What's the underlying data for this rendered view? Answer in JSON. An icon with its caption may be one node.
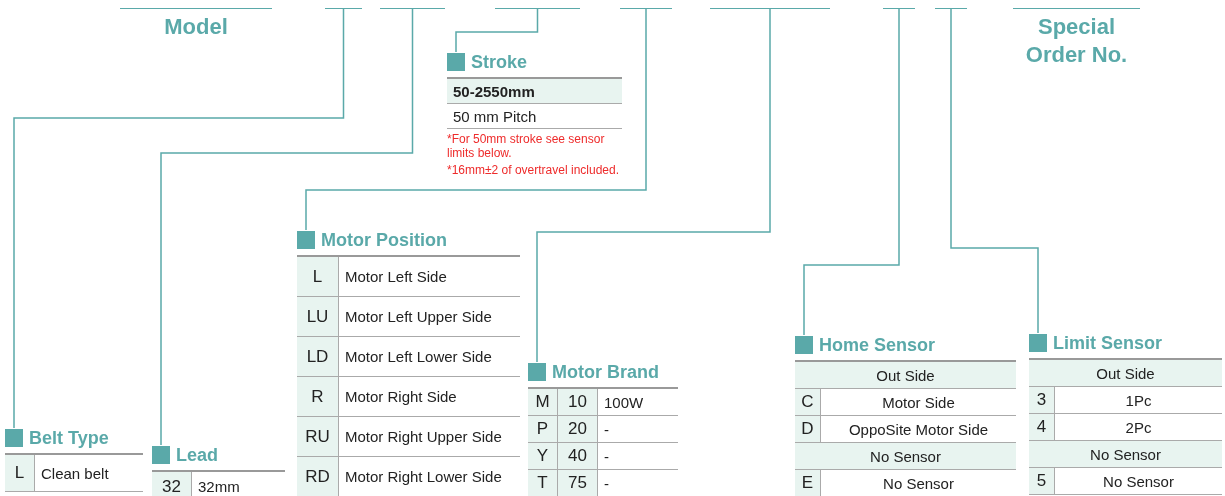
{
  "diagram": {
    "nodes": [
      {
        "text": [
          "Model"
        ]
      },
      {
        "text": [],
        "shape": "bar"
      },
      {
        "text": [],
        "shape": "bar"
      },
      {
        "text": [],
        "shape": "bar"
      },
      {
        "text": [],
        "shape": "bar"
      },
      {
        "text": [],
        "shape": "bar"
      },
      {
        "text": [],
        "shape": "bar"
      },
      {
        "text": [],
        "shape": "bar"
      },
      {
        "text": [
          "Special Order No."
        ]
      },
      {
        "text": [
          "Belt Type",
          "L",
          "Clean belt"
        ]
      },
      {
        "text": [
          "Lead",
          "32",
          "32mm"
        ]
      },
      {
        "text": [
          "Stroke",
          "50-2550mm",
          "50 mm Pitch"
        ],
        "beside": [
          "*For 50mm stroke see sensor limits below.",
          "*16mm±2 of overtravel included."
        ]
      },
      {
        "text": [
          "Motor Position",
          "L",
          "Motor Left Side",
          "LU",
          "Motor Left Upper Side",
          "LD",
          "Motor Left Lower Side",
          "R",
          "Motor Right Side",
          "RU",
          "Motor Right Upper Side",
          "RD",
          "Motor Right Lower Side"
        ]
      },
      {
        "text": [
          "Motor Brand",
          "M",
          "10",
          "100W",
          "P",
          "20",
          "-",
          "Y",
          "40",
          "-",
          "T",
          "75",
          "-"
        ]
      },
      {
        "text": [
          "Home Sensor",
          "Out Side",
          "C",
          "Motor Side",
          "D",
          "OppoSite Motor Side",
          "No Sensor",
          "E",
          "No Sensor"
        ]
      },
      {
        "text": [
          "Limit Sensor",
          "Out Side",
          "3",
          "1Pc",
          "4",
          "2Pc",
          "No Sensor",
          "5",
          "No Sensor"
        ]
      }
    ],
    "edges": [
      {
        "from": 1,
        "to": 9,
        "arrow": "none"
      },
      {
        "from": 2,
        "to": 10,
        "arrow": "none"
      },
      {
        "from": 3,
        "to": 11,
        "arrow": "none"
      },
      {
        "from": 4,
        "to": 12,
        "arrow": "none"
      },
      {
        "from": 5,
        "to": 13,
        "arrow": "none"
      },
      {
        "from": 6,
        "to": 14,
        "arrow": "none"
      },
      {
        "from": 7,
        "to": 15,
        "arrow": "none"
      }
    ]
  }
}
